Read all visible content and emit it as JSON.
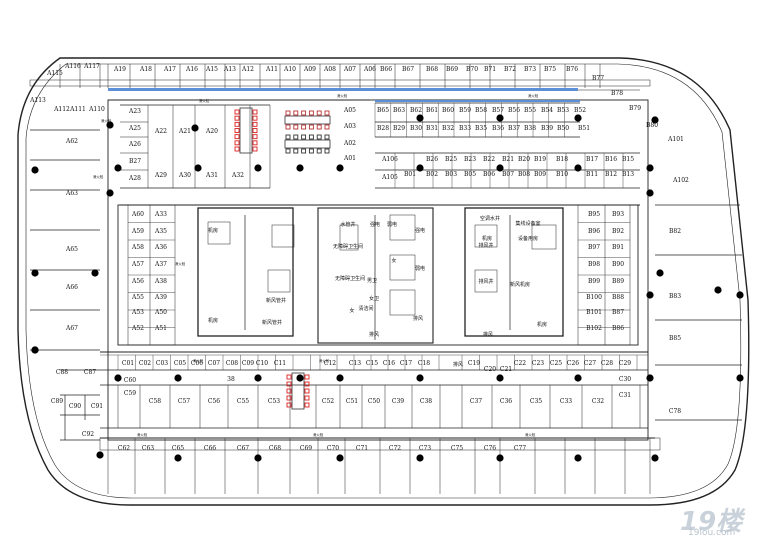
{
  "watermark": {
    "logo_text": "19楼",
    "url": "19lou.com"
  },
  "units": {
    "row_a_top": [
      "A115",
      "A116",
      "A117",
      "A19",
      "A18",
      "A17",
      "A16",
      "A15",
      "A13",
      "A12",
      "A11",
      "A10",
      "A09",
      "A08",
      "A07",
      "A06",
      "B66",
      "B67",
      "B68",
      "B69",
      "B70",
      "B71",
      "B72",
      "B73",
      "B75",
      "B76"
    ],
    "left": [
      "A113",
      "A112",
      "A111",
      "A110",
      "A62",
      "A63",
      "A65",
      "A66",
      "A67"
    ],
    "a_block": [
      "A23",
      "A25",
      "A26",
      "B27",
      "A28",
      "A22",
      "A21",
      "A20",
      "A29",
      "A30",
      "A31",
      "A32"
    ],
    "a_small": [
      "A05",
      "A03",
      "A02",
      "A01"
    ],
    "b_block_top": [
      "B65",
      "B63",
      "B62",
      "B61",
      "B60",
      "B59",
      "B58",
      "B57",
      "B56",
      "B55",
      "B54",
      "B53",
      "B52"
    ],
    "b_block_mid": [
      "B28",
      "B29",
      "B30",
      "B31",
      "B32",
      "B33",
      "B35",
      "B36",
      "B37",
      "B38",
      "B39",
      "B50",
      "B51"
    ],
    "b_block_2": [
      "A106",
      "B26",
      "B25",
      "B23",
      "B22",
      "B21",
      "B20",
      "B19",
      "B18",
      "B17",
      "B16",
      "B15"
    ],
    "b_block_3": [
      "A105",
      "B01",
      "B02",
      "B03",
      "B05",
      "B06",
      "B07",
      "B08",
      "B09",
      "B10",
      "B11",
      "B12",
      "B13"
    ],
    "right_top": [
      "B77",
      "B78",
      "B79",
      "B80",
      "A101",
      "A102"
    ],
    "a_core": [
      "A60",
      "A33",
      "A59",
      "A35",
      "A58",
      "A36",
      "A57",
      "A37",
      "A56",
      "A38",
      "A55",
      "A39",
      "A53",
      "A50",
      "A52",
      "A51"
    ],
    "b_core": [
      "B95",
      "B93",
      "B96",
      "B92",
      "B97",
      "B91",
      "B98",
      "B90",
      "B99",
      "B89",
      "B100",
      "B88",
      "B101",
      "B87",
      "B102",
      "B86"
    ],
    "right": [
      "B82",
      "B83",
      "B85",
      "C78"
    ],
    "c_top": [
      "C01",
      "C02",
      "C03",
      "C05",
      "C06",
      "C07",
      "C08",
      "C09",
      "C10",
      "C11",
      "C12",
      "C13",
      "C15",
      "C16",
      "C17",
      "C18",
      "C19",
      "C20",
      "C21",
      "C22",
      "C23",
      "C25",
      "C26",
      "C27",
      "C28",
      "C29",
      "C30",
      "C31"
    ],
    "c_mid": [
      "C60",
      "C59",
      "C58",
      "C57",
      "C56",
      "C55",
      "C53",
      "C52",
      "C51",
      "C50",
      "C39",
      "C38",
      "C37",
      "C36",
      "C35",
      "C33",
      "C32"
    ],
    "c_left": [
      "C88",
      "C87",
      "C89",
      "C90",
      "C91",
      "C92"
    ],
    "c_bottom": [
      "C62",
      "C63",
      "C65",
      "C66",
      "C67",
      "C68",
      "C69",
      "C70",
      "C71",
      "C72",
      "C73",
      "C75",
      "C76",
      "C77"
    ],
    "extra": [
      "38"
    ]
  },
  "rooms": {
    "machine_room": "机房",
    "water_well": "水管井",
    "strong_elec": "强电",
    "weak_elec": "弱电",
    "male_wc": "男卫",
    "female_wc": "女卫",
    "female": "女",
    "cleaning": "清洁间",
    "accessible_wc": "无障碍卫生间",
    "fresh_air": "新风管井",
    "fresh_air_room": "新风机房",
    "exhaust": "排风",
    "exhaust_well": "排风井",
    "ac_water": "空调水井",
    "equip_room": "设备用房",
    "hub_room": "集线设备室",
    "hydrant": "消火栓"
  }
}
